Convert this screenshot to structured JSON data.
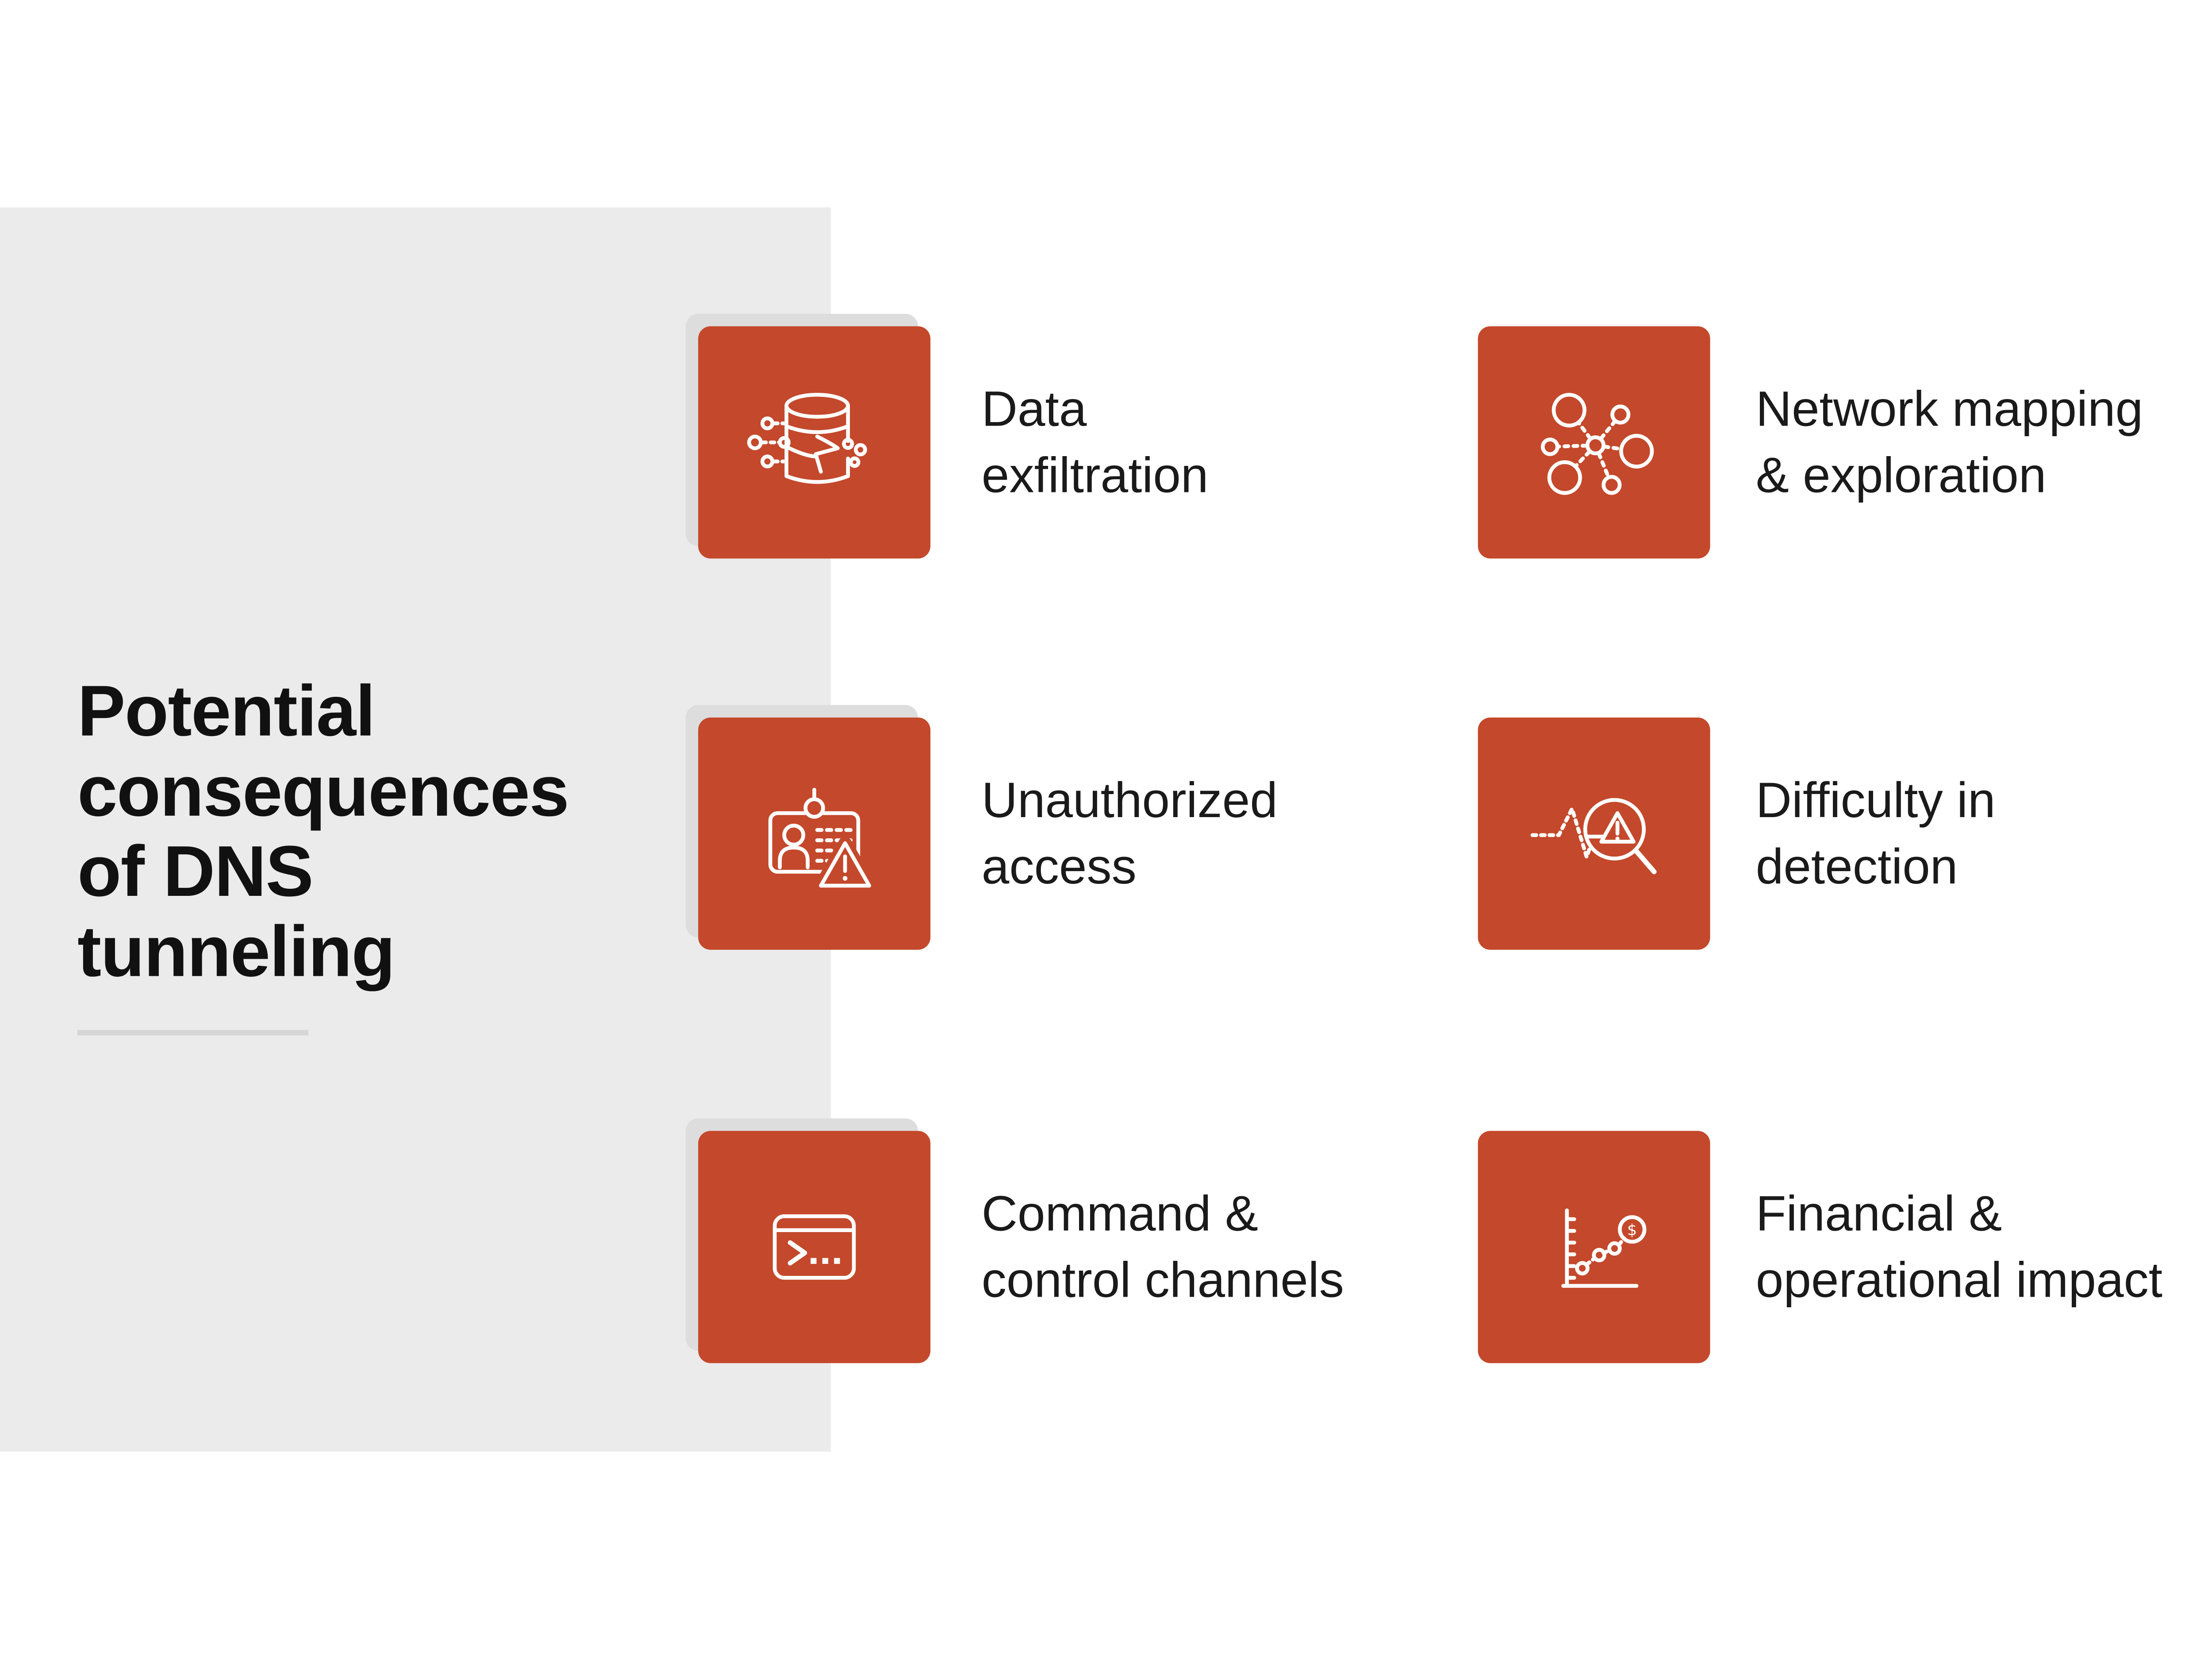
{
  "page": {
    "background": "#FFFFFF"
  },
  "colors": {
    "tile": "#C4482B",
    "tile_shadow": "#DDDDDD",
    "panel": "#EBEBEB",
    "divider": "#D6D6D6",
    "title_text": "#111111",
    "label_text": "#1A1A1A",
    "icon_stroke": "#FFFFFF"
  },
  "sidebar": {
    "title": "Potential consequences of DNS tunneling",
    "title_lines": [
      "Potential",
      "consequences",
      "of DNS",
      "tunneling"
    ]
  },
  "items": [
    {
      "label": "Data exfiltration",
      "label_lines": [
        "Data",
        "exfiltration"
      ],
      "icon": "database-exfiltration-icon"
    },
    {
      "label": "Network mapping & exploration",
      "label_lines": [
        "Network mapping",
        "& exploration"
      ],
      "icon": "network-nodes-icon"
    },
    {
      "label": "Unauthorized access",
      "label_lines": [
        "Unauthorized",
        "access"
      ],
      "icon": "id-badge-warning-icon"
    },
    {
      "label": "Difficulty in detection",
      "label_lines": [
        "Difficulty in",
        "detection"
      ],
      "icon": "magnifier-warning-icon"
    },
    {
      "label": "Command & control channels",
      "label_lines": [
        "Command &",
        "control channels"
      ],
      "icon": "terminal-prompt-icon"
    },
    {
      "label": "Financial & operational impact",
      "label_lines": [
        "Financial &",
        "operational impact"
      ],
      "icon": "growth-chart-dollar-icon",
      "dollar_symbol": "$"
    }
  ]
}
